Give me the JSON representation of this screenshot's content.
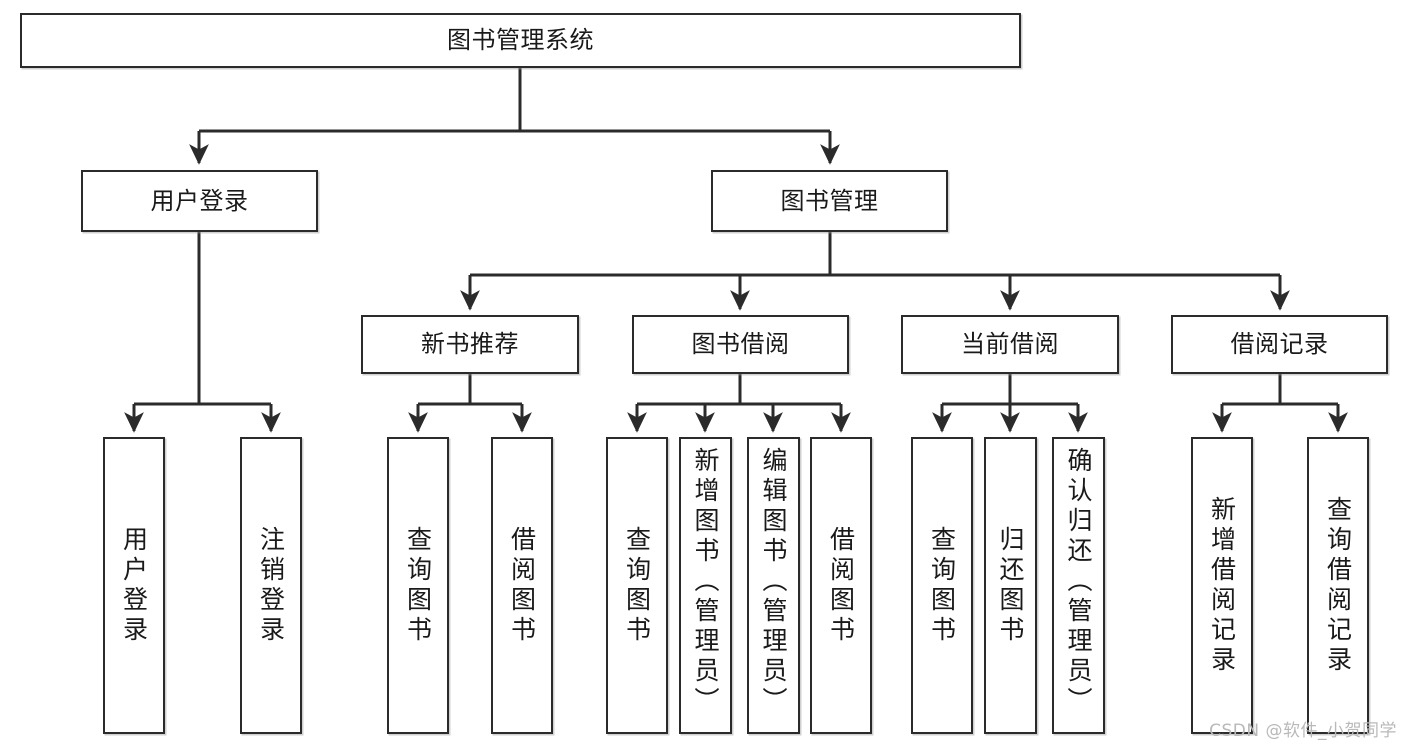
{
  "diagram": {
    "title": "图书管理系统",
    "type": "tree",
    "watermark": "CSDN @软件_小贺同学",
    "colors": {
      "stroke": "#2b2b2b",
      "fill": "#ffffff",
      "text": "#1a1a1a",
      "watermark": "#b9b9b9"
    },
    "root": {
      "label": "图书管理系统"
    },
    "level2": [
      {
        "label": "用户登录"
      },
      {
        "label": "图书管理"
      }
    ],
    "level3": [
      {
        "label": "新书推荐"
      },
      {
        "label": "图书借阅"
      },
      {
        "label": "当前借阅"
      },
      {
        "label": "借阅记录"
      }
    ],
    "leaves": {
      "user_login": [
        {
          "label": "用户登录"
        },
        {
          "label": "注销登录"
        }
      ],
      "new_book_recommend": [
        {
          "label": "查询图书"
        },
        {
          "label": "借阅图书"
        }
      ],
      "book_borrow": [
        {
          "label": "查询图书"
        },
        {
          "label": "新增图书（管理员）"
        },
        {
          "label": "编辑图书（管理员）"
        },
        {
          "label": "借阅图书"
        }
      ],
      "current_borrow": [
        {
          "label": "查询图书"
        },
        {
          "label": "归还图书"
        },
        {
          "label": "确认归还（管理员）"
        }
      ],
      "borrow_record": [
        {
          "label": "新增借阅记录"
        },
        {
          "label": "查询借阅记录"
        }
      ]
    }
  }
}
